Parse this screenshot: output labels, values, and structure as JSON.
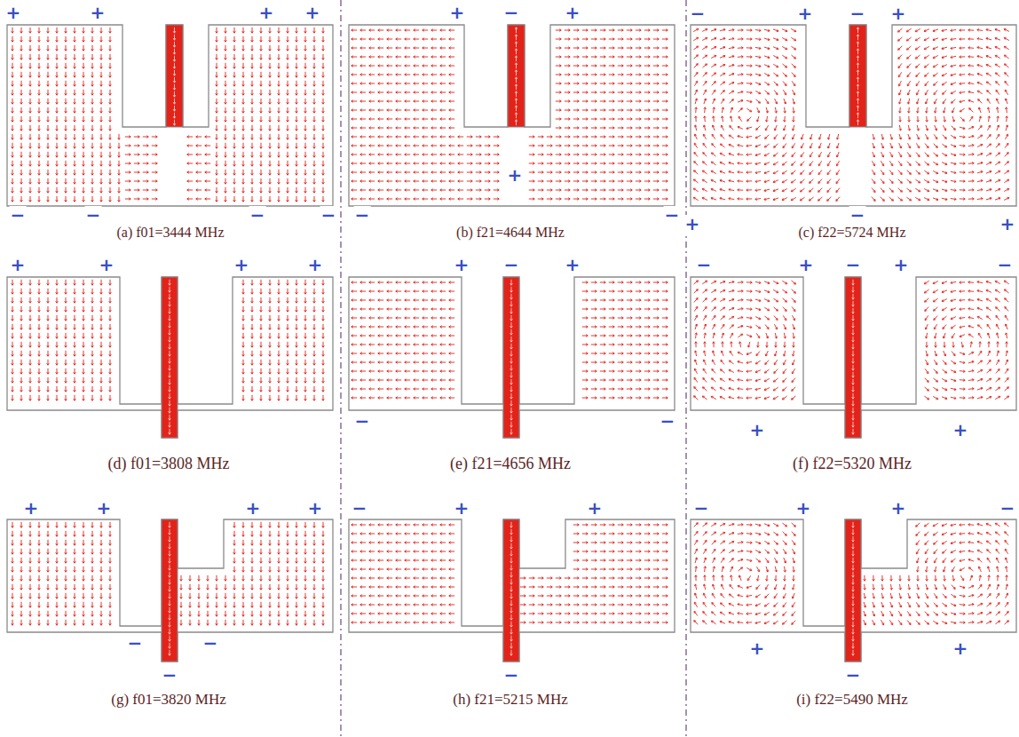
{
  "diagram": {
    "labels": [
      "+",
      "+",
      "+",
      "+",
      "−",
      "−",
      "−",
      "−",
      "(a) f01=3444 MHz",
      "+",
      "−",
      "+",
      "+",
      "−",
      "−",
      "(b) f21=4644 MHz",
      "−",
      "+",
      "−",
      "+",
      "+",
      "−",
      "+",
      "(c) f22=5724 MHz",
      "+",
      "+",
      "+",
      "+",
      "(d) f01=3808 MHz",
      "+",
      "−",
      "+",
      "−",
      "−",
      "(e) f21=4656 MHz",
      "−",
      "+",
      "−",
      "+",
      "−",
      "+",
      "+",
      "(f) f22=5320 MHz",
      "+",
      "+",
      "+",
      "+",
      "−",
      "−",
      "−",
      "(g) f01=3820 MHz",
      "−",
      "+",
      "+",
      "−",
      "(h) f21=5215 MHz",
      "−",
      "+",
      "+",
      "−",
      "+",
      "+",
      "−",
      "(i) f22=5490 MHz"
    ]
  }
}
